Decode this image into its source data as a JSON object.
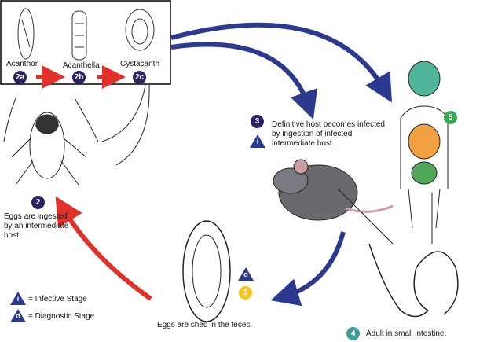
{
  "colors": {
    "badge": "#2a2266",
    "triangle": "#2b3990",
    "red_arrow": "#e0312a",
    "blue_arrow": "#2b3a8f",
    "stage5": "#3aa655",
    "stage4": "#3a9d9a",
    "stage1": "#f5c518"
  },
  "box": {
    "stages": [
      {
        "label": "Acanthor",
        "badge": "2a"
      },
      {
        "label": "Acanthella",
        "badge": "2b"
      },
      {
        "label": "Cystacanth",
        "badge": "2c"
      }
    ]
  },
  "step2": {
    "badge": "2",
    "text": [
      "Eggs are ingested",
      "by an intermediate",
      "host."
    ]
  },
  "step3": {
    "badge": "3",
    "triangle": "i",
    "text": [
      "Definitive host becomes infected",
      "by ingestion of infected",
      "intermediate host."
    ]
  },
  "step5": {
    "badge": "5"
  },
  "step4": {
    "badge": "4",
    "text": "Adult in small intestine."
  },
  "step1": {
    "badge": "1",
    "triangle": "d",
    "text": "Eggs are shed in the feces."
  },
  "legend": [
    {
      "symbol": "i",
      "text": "= Infective Stage"
    },
    {
      "symbol": "d",
      "text": "= Diagnostic Stage"
    }
  ]
}
